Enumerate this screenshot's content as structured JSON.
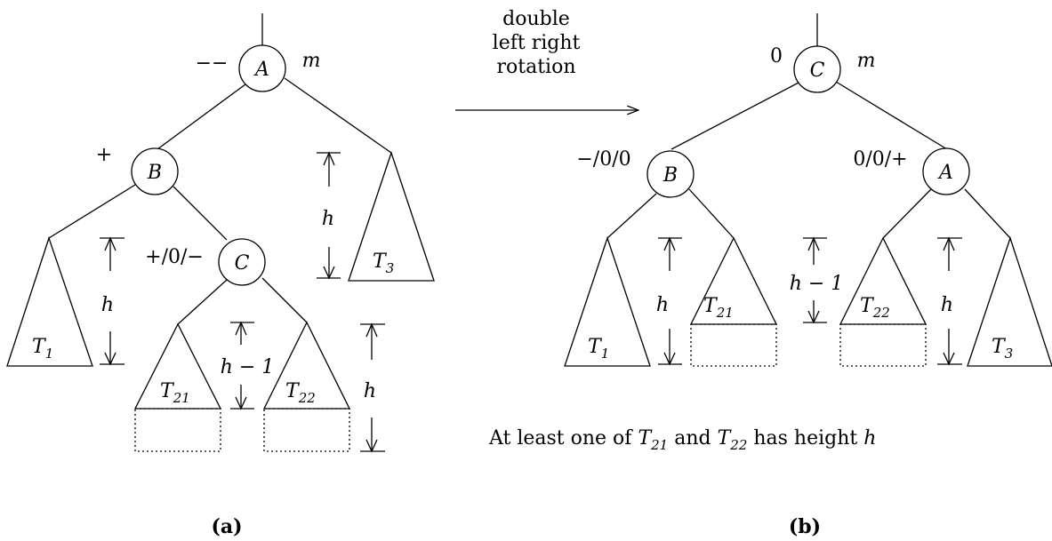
{
  "transform_label": [
    "double",
    "left right",
    "rotation"
  ],
  "left": {
    "label": "(a)",
    "node_A": {
      "name": "A",
      "balance": "−−",
      "mark": "m"
    },
    "node_B": {
      "name": "B",
      "balance": "+"
    },
    "node_C": {
      "name": "C",
      "balance": "+/0/−"
    },
    "subtrees": {
      "t1": "1",
      "t21": "21",
      "t22": "22",
      "t3": "3"
    },
    "heights": {
      "h_t3": "h",
      "h_t1": "h",
      "h_minus1": "h − 1",
      "h_t22": "h"
    }
  },
  "right": {
    "label": "(b)",
    "node_C": {
      "name": "C",
      "balance": "0",
      "mark": "m"
    },
    "node_B": {
      "name": "B",
      "balance": "−/0/0"
    },
    "node_A": {
      "name": "A",
      "balance": "0/0/+"
    },
    "subtrees": {
      "t1": "1",
      "t21": "21",
      "t22": "22",
      "t3": "3"
    },
    "heights": {
      "h_t1": "h",
      "h_minus1": "h − 1",
      "h_t3": "h"
    }
  },
  "note": {
    "prefix": "At least one of ",
    "t21_sub": "21",
    "and": " and ",
    "t22_sub": "22",
    "suffix": " has height ",
    "var": "h"
  }
}
